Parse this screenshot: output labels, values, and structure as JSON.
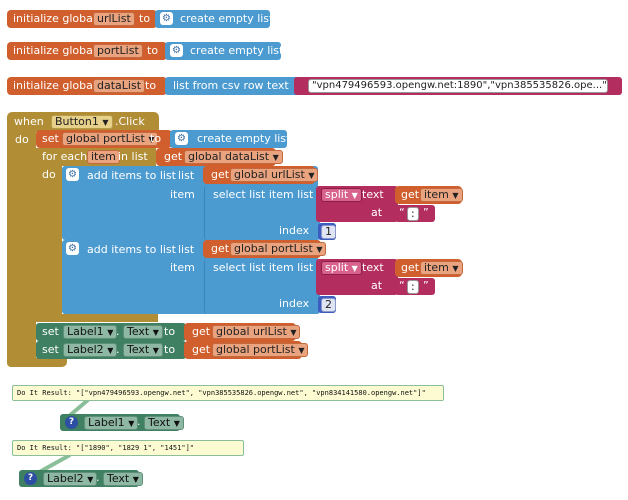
{
  "blocks": {
    "init_url": {
      "keyword": "initialize global",
      "name": "urlList",
      "to": "to",
      "value_label": "create empty list"
    },
    "init_port": {
      "keyword": "initialize global",
      "name": "portList",
      "to": "to",
      "value_label": "create empty list"
    },
    "init_data": {
      "keyword": "initialize global",
      "name": "dataList",
      "to": "to",
      "csv_label": "list from csv row  text",
      "csv_text": "\"vpn479496593.opengw.net:1890\",\"vpn385535826.ope...\""
    },
    "event": {
      "when": "when",
      "component": "Button1",
      "event_name": ".Click",
      "do": "do",
      "set_kw": "set",
      "set_var": "global portList",
      "set_to": "to",
      "empty_list": "create empty list",
      "foreach": "for each",
      "item_var": "item",
      "in_list": "in list",
      "get_kw": "get",
      "data_var": "global dataList",
      "loop_do": "do",
      "add1": {
        "label": "add items to list",
        "list_kw": "list",
        "get_kw": "get",
        "var": "global urlList",
        "item_kw": "item",
        "select_label": "select list item  list",
        "split": "split",
        "text_kw": "text",
        "get_item_kw": "get",
        "item_var": "item",
        "at_kw": "at",
        "sep": ":",
        "index_kw": "index",
        "index_val": "1"
      },
      "add2": {
        "label": "add items to list",
        "list_kw": "list",
        "get_kw": "get",
        "var": "global portList",
        "item_kw": "item",
        "select_label": "select list item  list",
        "split": "split",
        "text_kw": "text",
        "get_item_kw": "get",
        "item_var": "item",
        "at_kw": "at",
        "sep": ":",
        "index_kw": "index",
        "index_val": "2"
      },
      "setl1": {
        "set_kw": "set",
        "component": "Label1",
        "dot": ".",
        "prop": "Text",
        "to": "to",
        "get_kw": "get",
        "var": "global urlList"
      },
      "setl2": {
        "set_kw": "set",
        "component": "Label2",
        "dot": ".",
        "prop": "Text",
        "to": "to",
        "get_kw": "get",
        "var": "global portList"
      }
    },
    "result1": {
      "text": "Do It Result: \"[\"vpn479496593.opengw.net\", \"vpn385535826.opengw.net\", \"vpn834141580.opengw.net\"]\"",
      "component": "Label1",
      "dot": ".",
      "prop": "Text",
      "icon": "?"
    },
    "result2": {
      "text": "Do It Result: \"[\"1890\", \"1829 1\", \"1451\"]\"",
      "component": "Label2",
      "dot": ".",
      "prop": "Text",
      "icon": "?"
    }
  },
  "icons": {
    "gear": "gear-icon",
    "help": "question-icon",
    "dropdown": "dropdown-caret-icon"
  },
  "colors": {
    "variables": "#d05f2d",
    "lists": "#4c9bd0",
    "control": "#b18e35",
    "text": "#b32d5e",
    "math": "#3c5cbf",
    "components": "#3f7f62",
    "result_bg": "#fdfbd2"
  }
}
